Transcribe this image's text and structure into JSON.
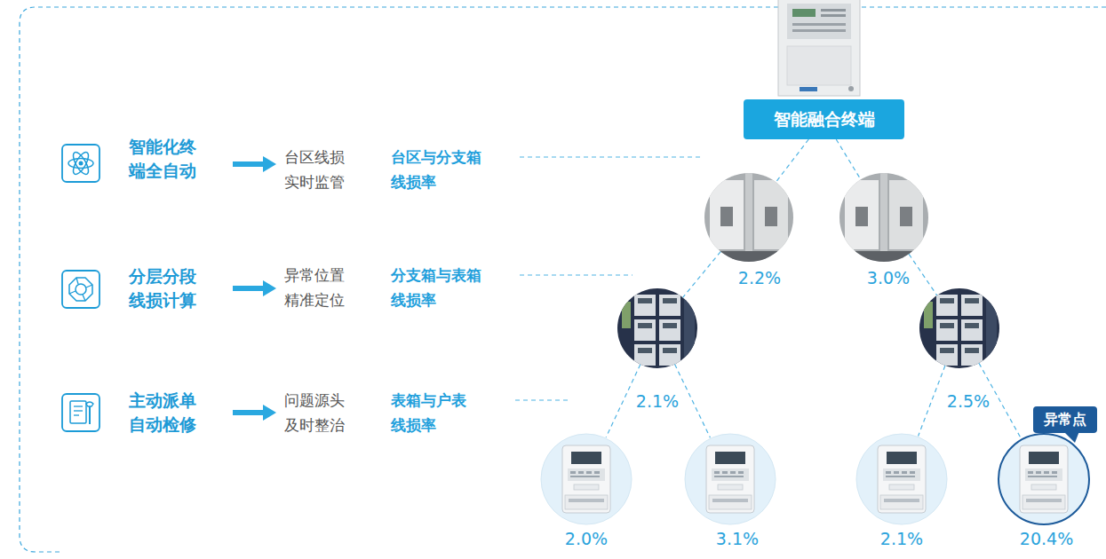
{
  "diagram": {
    "nodes": [
      {
        "text": [
          "智能融合终端"
        ]
      },
      {
        "text": [
          "2.2%"
        ]
      },
      {
        "text": [
          "3.0%"
        ]
      },
      {
        "text": [
          "2.1%"
        ]
      },
      {
        "text": [
          "2.5%"
        ]
      },
      {
        "text": [
          "2.0%"
        ]
      },
      {
        "text": [
          "3.1%"
        ]
      },
      {
        "text": [
          "2.1%"
        ]
      },
      {
        "text": [
          "20.4%"
        ]
      },
      {
        "text": [
          "异常点"
        ]
      }
    ],
    "edges": [
      {
        "from": 0,
        "to": 1,
        "arrow": "none"
      },
      {
        "from": 0,
        "to": 2,
        "arrow": "none"
      },
      {
        "from": 1,
        "to": 3,
        "arrow": "none"
      },
      {
        "from": 2,
        "to": 4,
        "arrow": "none"
      },
      {
        "from": 3,
        "to": 5,
        "arrow": "none"
      },
      {
        "from": 3,
        "to": 6,
        "arrow": "none"
      },
      {
        "from": 4,
        "to": 7,
        "arrow": "none"
      },
      {
        "from": 4,
        "to": 8,
        "arrow": "none"
      }
    ],
    "labels": [
      "智能化终 端全自动",
      "台区线损 实时监管",
      "台区与分支箱 线损率",
      "分层分段 线损计算",
      "异常位置 精准定位",
      "分支箱与表箱 线损率",
      "主动派单 自动检修",
      "问题源头 及时整治",
      "表箱与户表 线损率"
    ]
  }
}
